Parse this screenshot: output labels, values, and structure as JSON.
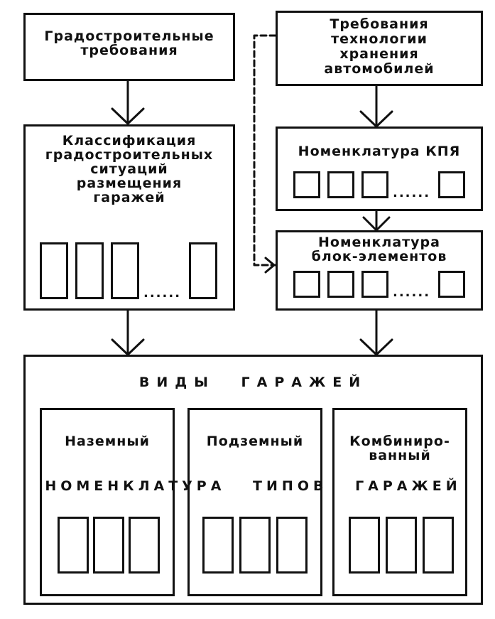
{
  "blocks": {
    "urban_requirements": "Градостроительные\nтребования",
    "storage_tech_requirements": "Требования\nтехнологии\nхранения\nавтомобилей",
    "classification": "Классификация\nградостроительных\nситуаций\nразмещения\nгаражей",
    "kpa_nomenclature": "Номенклатура КПЯ",
    "block_elements_nomenclature": "Номенклатура\nблок-элементов",
    "garage_types_title": "ВИДЫ ГАРАЖЕЙ",
    "ground": "Наземный",
    "underground": "Подземный",
    "combined": "Комбиниро-\nванный",
    "types_nomenclature": "НОМЕНКЛАТУРА ТИПОВ ГАРАЖЕЙ"
  },
  "ellipsis": "......"
}
